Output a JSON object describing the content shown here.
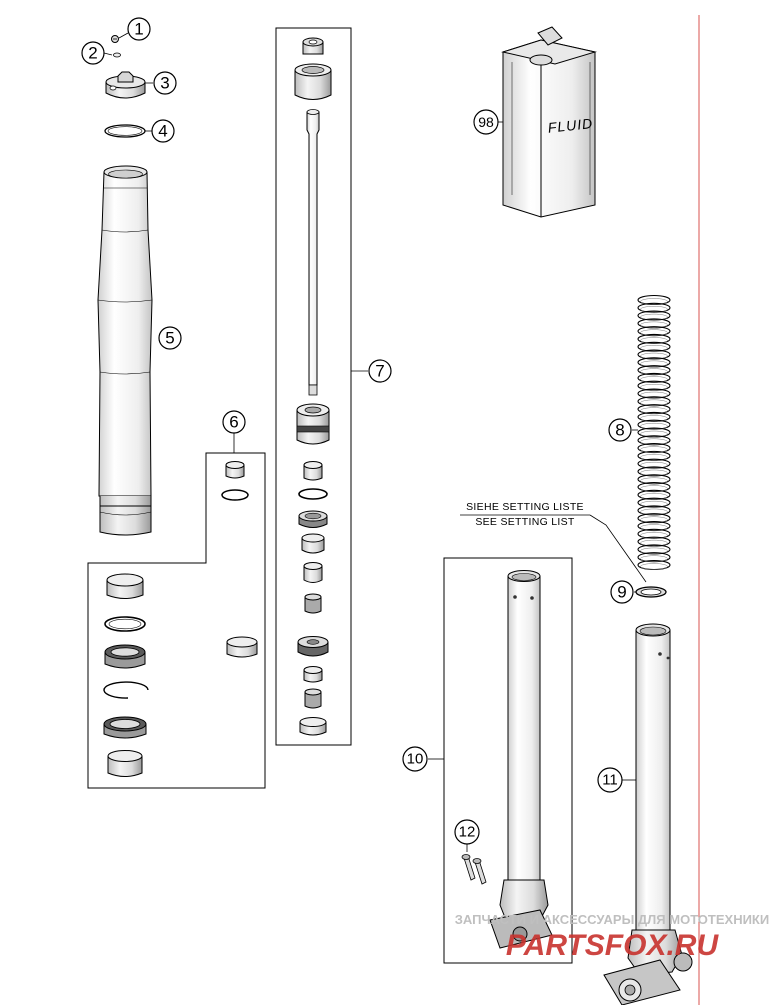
{
  "callouts": {
    "c1": "1",
    "c2": "2",
    "c3": "3",
    "c4": "4",
    "c5": "5",
    "c6": "6",
    "c7": "7",
    "c8": "8",
    "c9": "9",
    "c10": "10",
    "c11": "11",
    "c12": "12",
    "c98": "98"
  },
  "can_label": "FLUID",
  "setting_note": {
    "line1": "SIEHE SETTING LISTE",
    "line2": "SEE SETTING LIST"
  },
  "watermark": {
    "line1": "ЗАПЧАСТИ И АКСЕССУАРЫ ДЛЯ МОТОТЕХНИКИ",
    "line2": "PARTSFOX.RU"
  },
  "colors": {
    "line": "#000000",
    "page_border": "#d9534f",
    "watermark_brand": "#c8322e",
    "watermark_text": "#bfbfbf"
  }
}
